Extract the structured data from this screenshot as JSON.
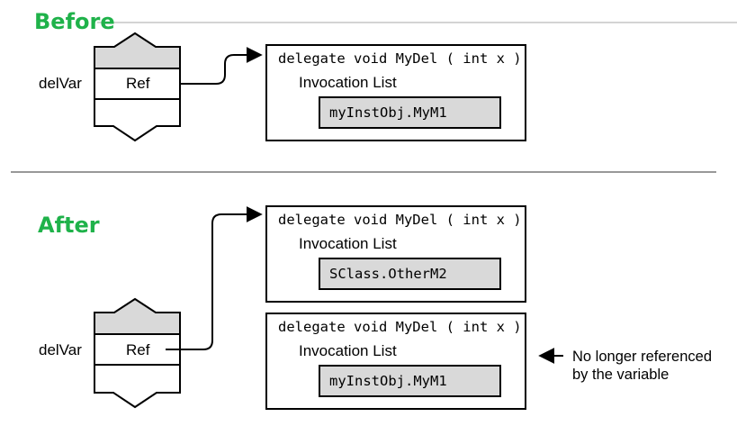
{
  "before": {
    "title": "Before",
    "variable": "delVar",
    "ref_label": "Ref",
    "delegate": {
      "signature": "delegate void MyDel ( int x )",
      "list_label": "Invocation List",
      "methods": [
        "myInstObj.MyM1"
      ]
    }
  },
  "after": {
    "title": "After",
    "variable": "delVar",
    "ref_label": "Ref",
    "new_delegate": {
      "signature": "delegate void MyDel ( int x )",
      "list_label": "Invocation List",
      "methods": [
        "SClass.OtherM2"
      ]
    },
    "old_delegate": {
      "signature": "delegate void MyDel ( int x )",
      "list_label": "Invocation List",
      "methods": [
        "myInstObj.MyM1"
      ]
    },
    "note": [
      "No longer referenced",
      "by the variable"
    ]
  }
}
